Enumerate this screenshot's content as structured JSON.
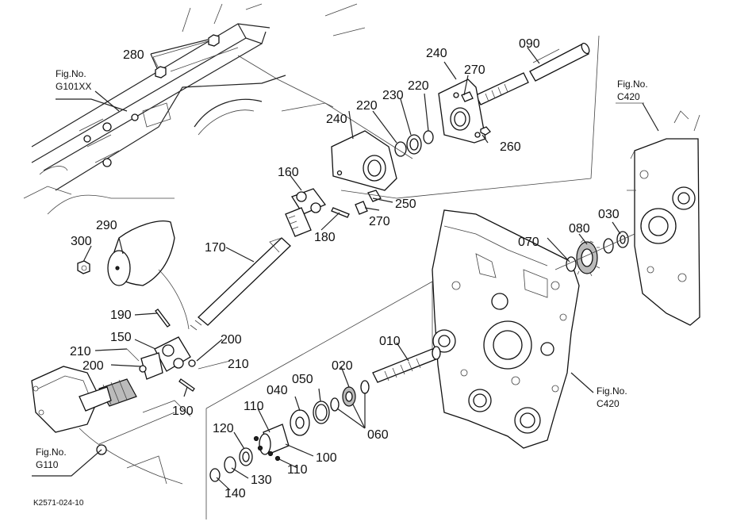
{
  "diagram": {
    "code": "K2571-024-10",
    "part_numbers": {
      "p010": "010",
      "p020": "020",
      "p030": "030",
      "p040": "040",
      "p050": "050",
      "p060": "060",
      "p070": "070",
      "p080": "080",
      "p090": "090",
      "p100": "100",
      "p110a": "110",
      "p110b": "110",
      "p120": "120",
      "p130": "130",
      "p140": "140",
      "p150": "150",
      "p160": "160",
      "p170": "170",
      "p180": "180",
      "p190a": "190",
      "p190b": "190",
      "p200a": "200",
      "p200b": "200",
      "p210a": "210",
      "p210b": "210",
      "p220a": "220",
      "p220b": "220",
      "p230": "230",
      "p240a": "240",
      "p240b": "240",
      "p250": "250",
      "p260": "260",
      "p270a": "270",
      "p270b": "270",
      "p280": "280",
      "p290": "290",
      "p300": "300"
    },
    "fig_refs": {
      "g101": {
        "title": "Fig.No.",
        "code": "G101XX"
      },
      "c420_top": {
        "title": "Fig.No.",
        "code": "C420"
      },
      "c420_mid": {
        "title": "Fig.No.",
        "code": "C420"
      },
      "g110": {
        "title": "Fig.No.",
        "code": "G110"
      }
    }
  }
}
